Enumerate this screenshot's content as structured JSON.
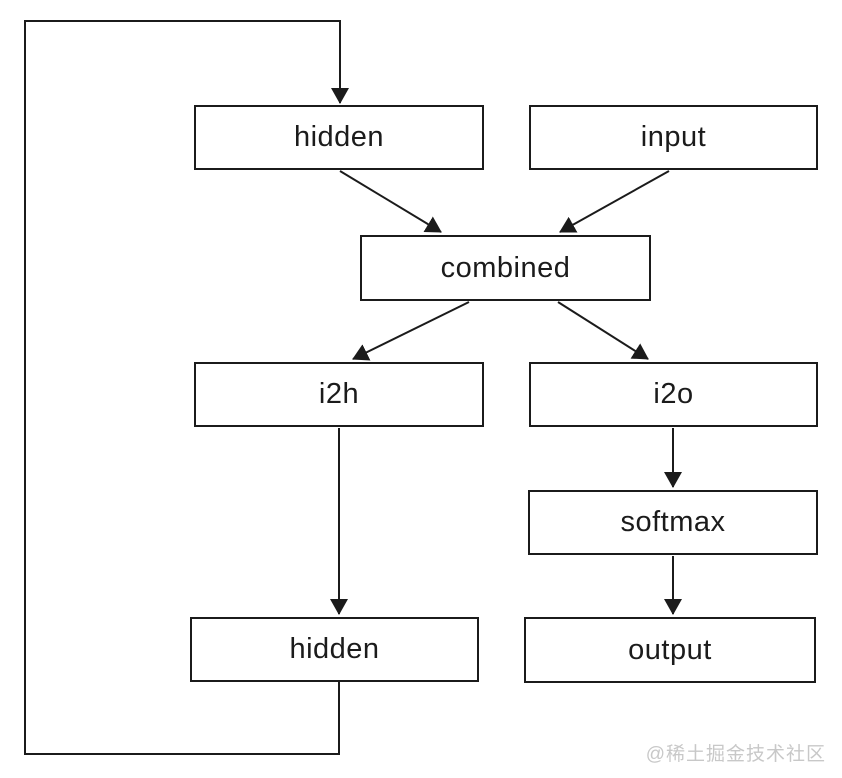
{
  "colors": {
    "background": "#ffffff",
    "line": "#1b1b1b",
    "box_fill": "#ffffff",
    "box_border": "#1b1b1b",
    "watermark": "#c8c8c8"
  },
  "diagram": {
    "type": "flowchart",
    "nodes": [
      {
        "id": "hidden_top",
        "label": "hidden"
      },
      {
        "id": "input",
        "label": "input"
      },
      {
        "id": "combined",
        "label": "combined"
      },
      {
        "id": "i2h",
        "label": "i2h"
      },
      {
        "id": "i2o",
        "label": "i2o"
      },
      {
        "id": "softmax",
        "label": "softmax"
      },
      {
        "id": "hidden_bottom",
        "label": "hidden"
      },
      {
        "id": "output",
        "label": "output"
      }
    ],
    "edges": [
      {
        "from": "hidden_top",
        "to": "combined",
        "style": "straight-arrow"
      },
      {
        "from": "input",
        "to": "combined",
        "style": "straight-arrow"
      },
      {
        "from": "combined",
        "to": "i2h",
        "style": "straight-arrow"
      },
      {
        "from": "combined",
        "to": "i2o",
        "style": "straight-arrow"
      },
      {
        "from": "i2h",
        "to": "hidden_bottom",
        "style": "straight-arrow"
      },
      {
        "from": "i2o",
        "to": "softmax",
        "style": "straight-arrow"
      },
      {
        "from": "softmax",
        "to": "output",
        "style": "straight-arrow"
      },
      {
        "from": "hidden_bottom",
        "to": "hidden_top",
        "style": "orthogonal-feedback-loop"
      }
    ]
  },
  "watermark": {
    "text": "@稀土掘金技术社区"
  }
}
